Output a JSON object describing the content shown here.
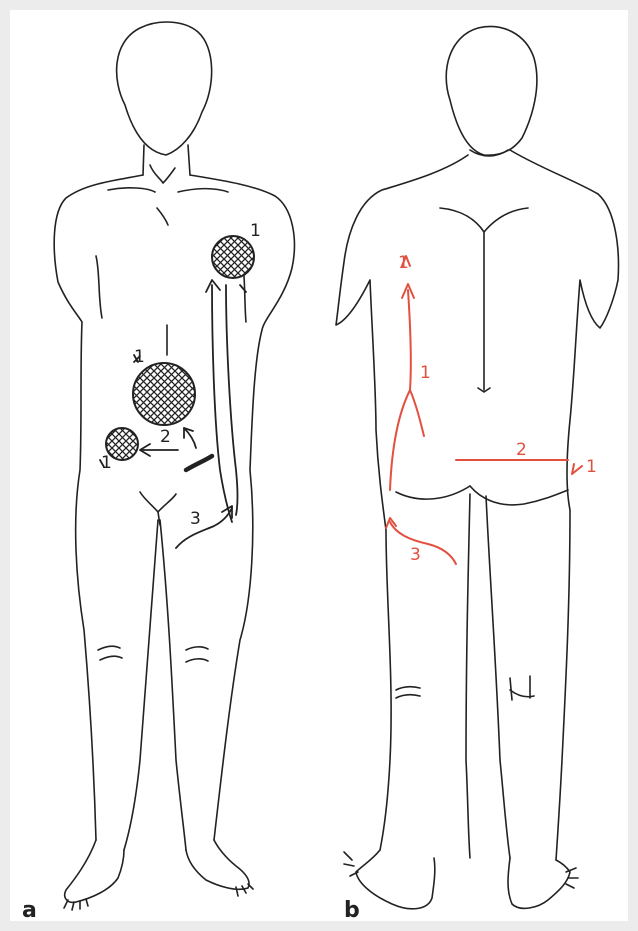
{
  "panels": [
    {
      "label": "a",
      "annotations": [
        "1",
        "1",
        "1",
        "2",
        "3"
      ]
    },
    {
      "label": "b",
      "annotations": [
        "1",
        "1",
        "2",
        "1",
        "3"
      ]
    }
  ],
  "colors": {
    "ink": "#222222",
    "red": "#e2503f",
    "frame": "#ececec",
    "paper": "#ffffff"
  }
}
